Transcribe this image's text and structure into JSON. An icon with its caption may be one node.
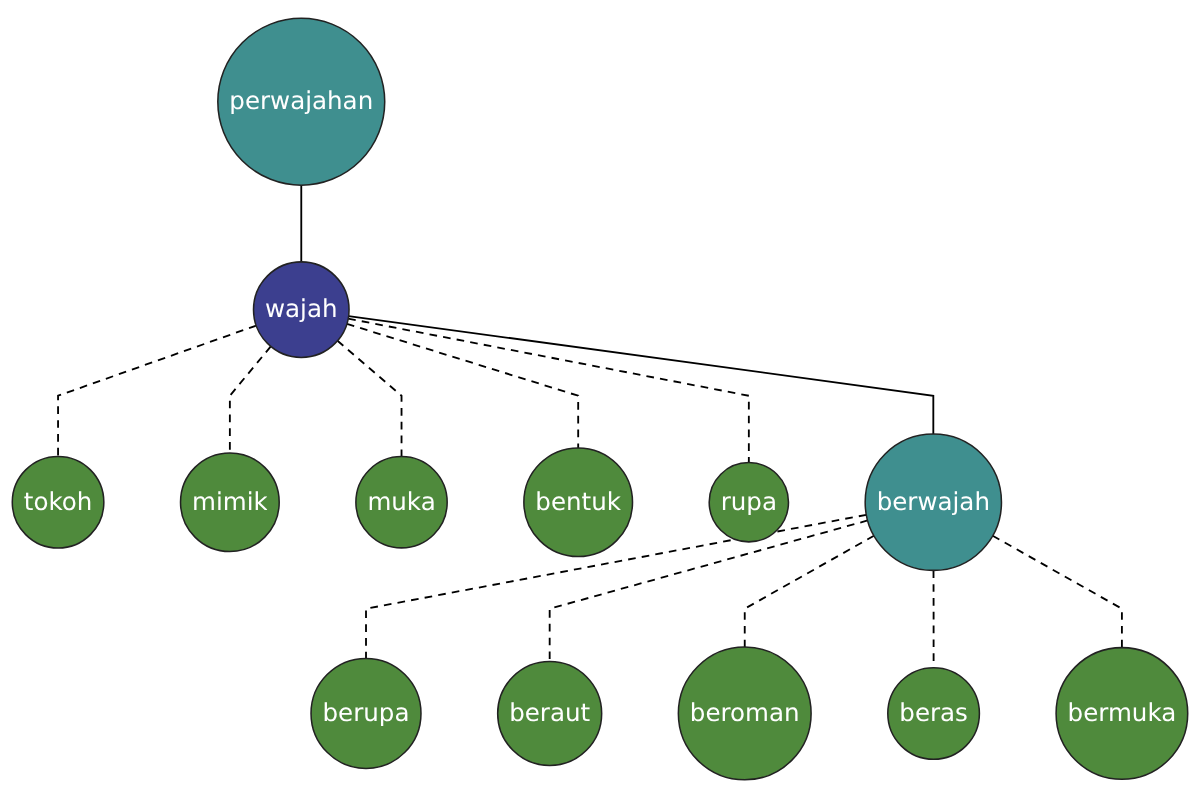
{
  "diagram": {
    "nodes": [
      {
        "text": [
          "tokoh"
        ]
      },
      {
        "text": [
          "perwajahan"
        ]
      },
      {
        "text": [
          "mimik"
        ]
      },
      {
        "text": [
          "muka"
        ]
      },
      {
        "text": [
          "wajah"
        ]
      },
      {
        "text": [
          "bentuk"
        ]
      },
      {
        "text": [
          "rupa"
        ]
      },
      {
        "text": [
          "berwajah"
        ]
      },
      {
        "text": [
          "berupa"
        ]
      },
      {
        "text": [
          "beraut"
        ]
      },
      {
        "text": [
          "beroman"
        ]
      },
      {
        "text": [
          "beras"
        ]
      },
      {
        "text": [
          "bermuka"
        ]
      }
    ],
    "edges": [
      {
        "from": 4,
        "to": 0,
        "arrow": "none",
        "style": "dashed"
      },
      {
        "from": 1,
        "to": 4,
        "arrow": "none"
      },
      {
        "from": 4,
        "to": 2,
        "arrow": "none",
        "style": "dashed"
      },
      {
        "from": 4,
        "to": 3,
        "arrow": "none",
        "style": "dashed"
      },
      {
        "from": 4,
        "to": 5,
        "arrow": "none",
        "style": "dashed"
      },
      {
        "from": 4,
        "to": 6,
        "arrow": "none",
        "style": "dashed"
      },
      {
        "from": 4,
        "to": 7,
        "arrow": "none"
      },
      {
        "from": 7,
        "to": 8,
        "arrow": "none",
        "style": "dashed"
      },
      {
        "from": 7,
        "to": 9,
        "arrow": "none",
        "style": "dashed"
      },
      {
        "from": 7,
        "to": 10,
        "arrow": "none",
        "style": "dashed"
      },
      {
        "from": 7,
        "to": 11,
        "arrow": "none",
        "style": "dashed"
      },
      {
        "from": 7,
        "to": 12,
        "arrow": "none",
        "style": "dashed"
      }
    ]
  }
}
